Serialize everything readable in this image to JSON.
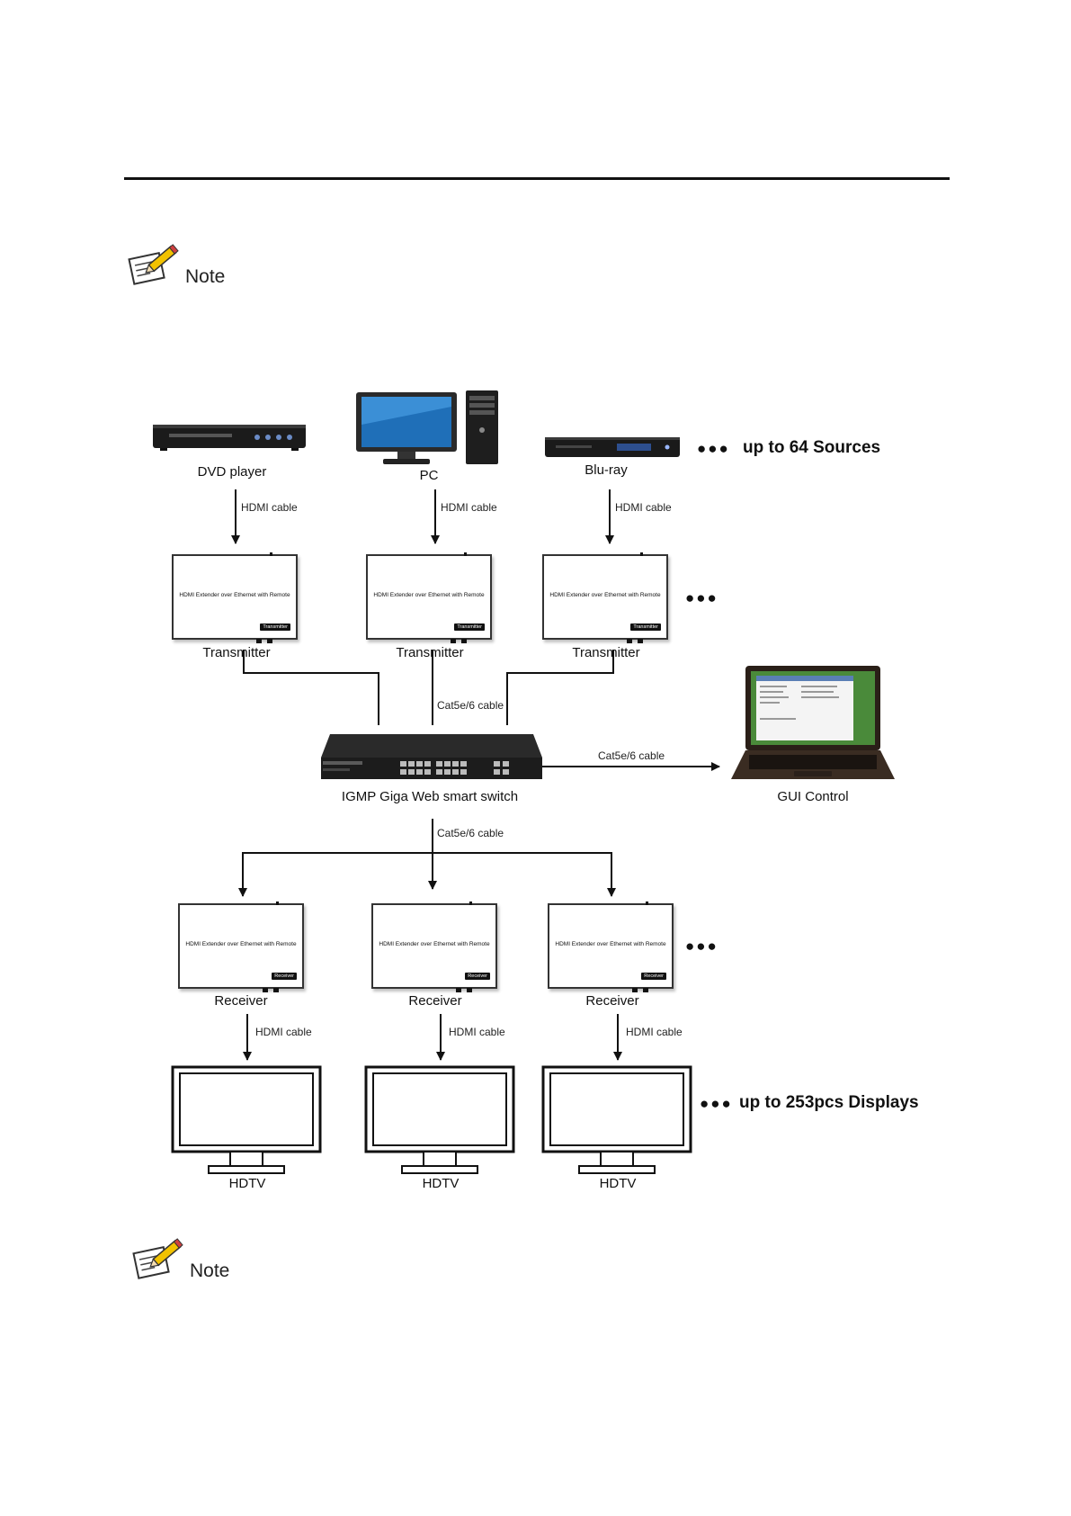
{
  "notes": {
    "top_note_label": "Note",
    "bottom_note_label": "Note"
  },
  "sources": [
    {
      "name": "DVD player",
      "cable": "HDMI cable"
    },
    {
      "name": "PC",
      "cable": "HDMI cable"
    },
    {
      "name": "Blu-ray",
      "cable": "HDMI cable"
    }
  ],
  "sources_more": "up to 64 Sources",
  "transmitters": [
    {
      "title": "HDMI Extender over Ethernet with Remote",
      "badge": "Transmitter",
      "label": "Transmitter"
    },
    {
      "title": "HDMI Extender over Ethernet with Remote",
      "badge": "Transmitter",
      "label": "Transmitter"
    },
    {
      "title": "HDMI Extender over Ethernet with Remote",
      "badge": "Transmitter",
      "label": "Transmitter"
    }
  ],
  "switch": {
    "label": "IGMP Giga Web smart switch",
    "cable_in": "Cat5e/6 cable",
    "cable_gui": "Cat5e/6 cable",
    "cable_out": "Cat5e/6 cable"
  },
  "gui": {
    "label": "GUI Control"
  },
  "receivers": [
    {
      "title": "HDMI Extender over Ethernet with Remote",
      "badge": "Receiver",
      "label": "Receiver",
      "cable": "HDMI cable"
    },
    {
      "title": "HDMI Extender over Ethernet with Remote",
      "badge": "Receiver",
      "label": "Receiver",
      "cable": "HDMI cable"
    },
    {
      "title": "HDMI Extender over Ethernet with Remote",
      "badge": "Receiver",
      "label": "Receiver",
      "cable": "HDMI cable"
    }
  ],
  "displays": [
    {
      "label": "HDTV"
    },
    {
      "label": "HDTV"
    },
    {
      "label": "HDTV"
    }
  ],
  "displays_more": "up to 253pcs Displays",
  "colors": {
    "line": "#111111",
    "pencil": "#f2c200"
  }
}
